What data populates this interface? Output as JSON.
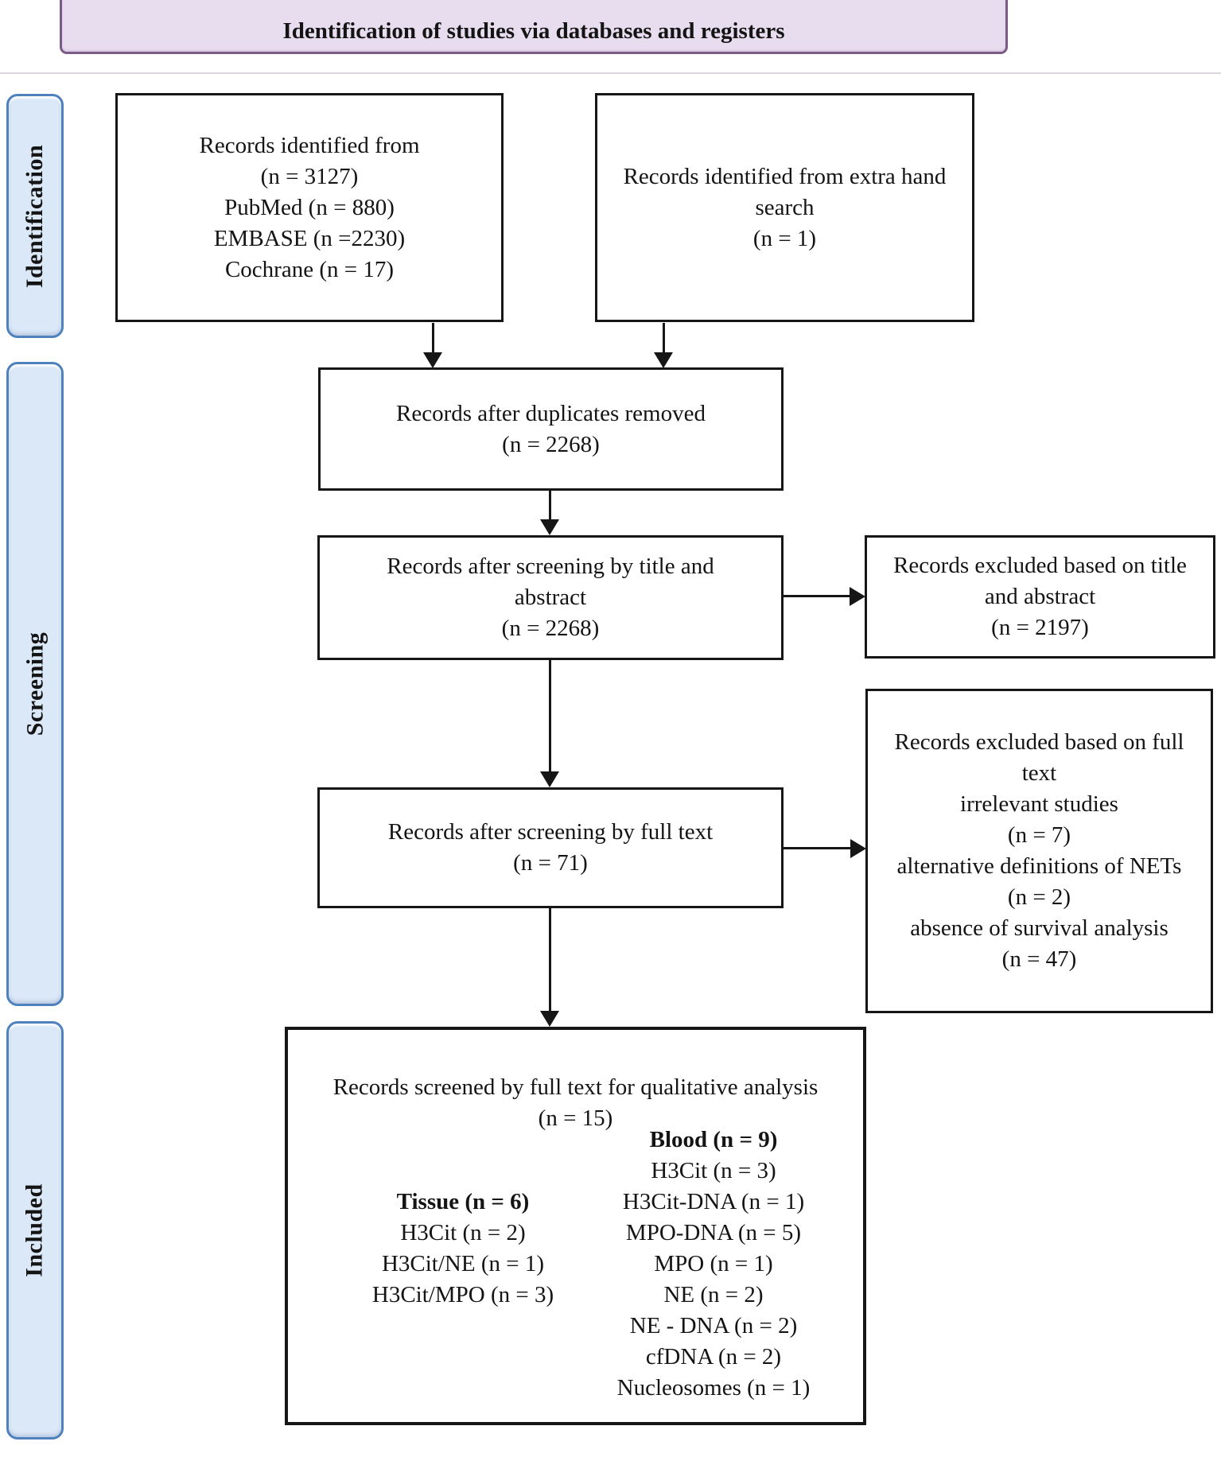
{
  "colors": {
    "banner_fill": "#e7ddef",
    "banner_border": "#7c5a88",
    "stage_fill": "#dbe8f8",
    "stage_border": "#4f81bd",
    "box_border": "#161616",
    "text": "#141414"
  },
  "header": {
    "title": "Identification of studies via databases and registers"
  },
  "sidebar": {
    "items": [
      {
        "label": "Identification"
      },
      {
        "label": "Screening"
      },
      {
        "label": "Included"
      }
    ]
  },
  "flow": {
    "identified_db": {
      "lines": [
        "Records identified from",
        "(n = 3127)",
        "PubMed (n = 880)",
        "EMBASE (n =2230)",
        "Cochrane (n = 17)"
      ]
    },
    "identified_hand": {
      "lines": [
        "Records identified from extra hand",
        "search",
        "(n = 1)"
      ]
    },
    "duplicates_removed": {
      "lines": [
        "Records after duplicates removed",
        "(n = 2268)"
      ]
    },
    "title_abstract_screen": {
      "lines": [
        "Records after screening by title and",
        "abstract",
        "(n = 2268)"
      ]
    },
    "excluded_title_abstract": {
      "lines": [
        "Records excluded based on title",
        "and abstract",
        "(n = 2197)"
      ]
    },
    "full_text_screen": {
      "lines": [
        "Records after screening by full text",
        "(n = 71)"
      ]
    },
    "excluded_full_text": {
      "lines": [
        "Records excluded based on full",
        "text",
        "irrelevant studies",
        "(n = 7)",
        "alternative definitions of NETs",
        "(n = 2)",
        "absence of survival analysis",
        "(n = 47)"
      ]
    },
    "qualitative": {
      "title_lines": [
        "Records screened by full text for qualitative analysis",
        "(n = 15)"
      ],
      "tissue": {
        "header": "Tissue (n = 6)",
        "items": [
          "H3Cit (n = 2)",
          "H3Cit/NE (n = 1)",
          "H3Cit/MPO (n = 3)"
        ]
      },
      "blood": {
        "header": "Blood (n = 9)",
        "items": [
          "H3Cit (n = 3)",
          "H3Cit-DNA (n = 1)",
          "MPO-DNA (n = 5)",
          "MPO (n = 1)",
          "NE (n = 2)",
          "NE - DNA (n = 2)",
          "cfDNA (n = 2)",
          "Nucleosomes (n = 1)"
        ]
      }
    }
  }
}
